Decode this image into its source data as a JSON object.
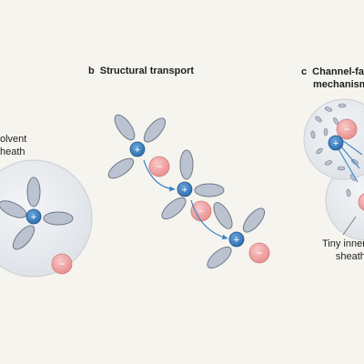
{
  "panels": {
    "a": {
      "label_lines": [
        "olvent",
        "heath"
      ]
    },
    "b": {
      "letter": "b",
      "title": "Structural transport"
    },
    "c": {
      "letter": "c",
      "title_lines": [
        "Channel-fa",
        "mechanism"
      ],
      "annotation_lines": [
        "Tiny inner",
        "sheath"
      ]
    }
  },
  "ion_signs": {
    "cation": "+",
    "anion": "−"
  },
  "colors": {
    "background": "#f6f4ee",
    "solvent": "#bcc3d0",
    "solvent_stroke": "#6f7889",
    "cation": "#3d7fc1",
    "anion": "#f0a4a4",
    "arrow": "#3a86c8",
    "sheath": "#e3e7ec"
  }
}
